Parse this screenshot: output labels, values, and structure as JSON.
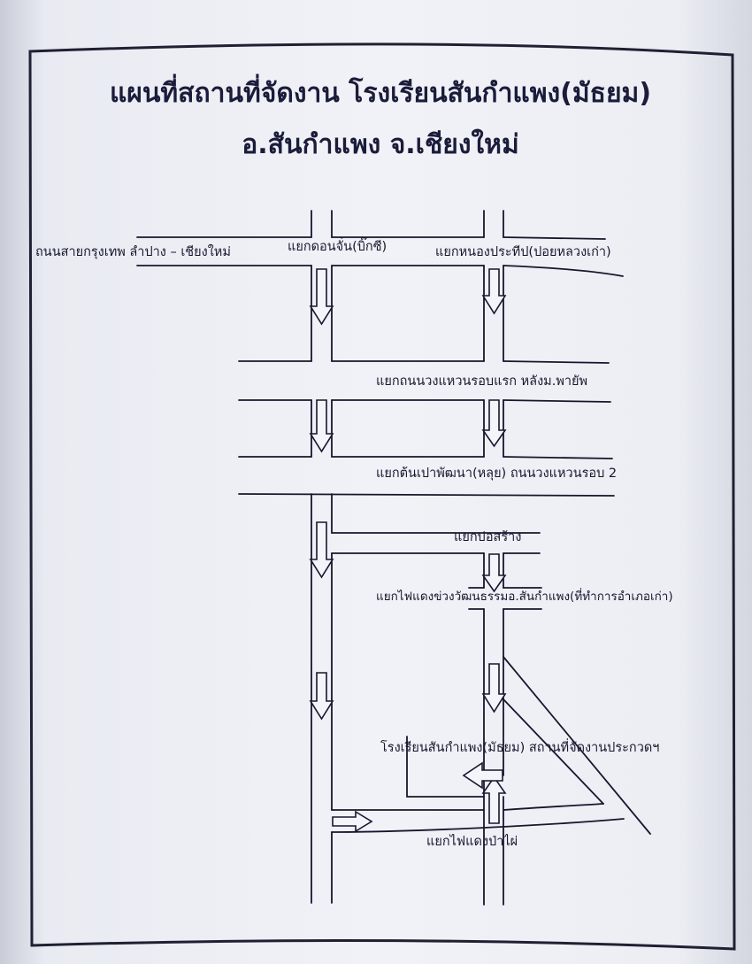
{
  "map": {
    "title_line1": "แผนที่สถานที่จัดงาน โรงเรียนสันกำแพง(มัธยม)",
    "title_line2": "อ.สันกำแพง จ.เชียงใหม่",
    "labels": {
      "main_road": "ถนนสายกรุงเทพ ลำปาง – เชียงใหม่",
      "junction_konjan": "แยกดอนจั่น(บิ๊กซี)",
      "junction_nongprateep": "แยกหนองประทีป(ปอยหลวงเก่า)",
      "ring_road_1": "แยกถนนวงแหวนรอบแรก หลังม.พายัพ",
      "ring_road_2": "แยกต้นเปาพัฒนา(หลุย) ถนนวงแหวนรอบ 2",
      "junction_borsang": "แยกบ่อสร้าง",
      "junction_traffic_light_1": "แยกไฟแดงข่วงวัฒนธรรมอ.สันกำแพง(ที่ทำการอำเภอเก่า)",
      "school_venue": "โรงเรียนสันกำแพง(มัธยม) สถานที่จัดงานประกวดฯ",
      "junction_paphai": "แยกไฟแดงป่าไผ่"
    },
    "colors": {
      "ink": "#15172e",
      "paper": "#f1f2f7",
      "frame": "#1f2033"
    }
  }
}
